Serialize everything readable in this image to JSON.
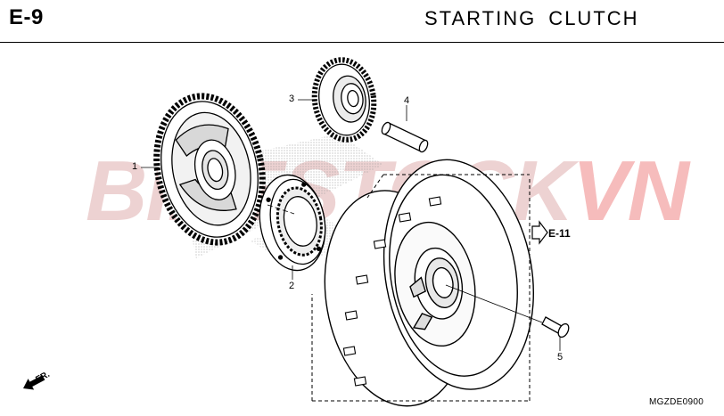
{
  "header": {
    "page_code": "E-9",
    "title": "STARTING  CLUTCH"
  },
  "watermark": {
    "part1": "BIKESTOCK",
    "part2": "VN"
  },
  "callouts": {
    "c1": "1",
    "c2": "2",
    "c3": "3",
    "c4": "4",
    "c5": "5"
  },
  "reference": {
    "label": "E-11"
  },
  "direction": {
    "label": "FR."
  },
  "footer": {
    "drawing_code": "MGZDE0900"
  },
  "colors": {
    "line": "#000000",
    "watermark": "#e8c4c4",
    "dots": "#bdbdbd"
  }
}
